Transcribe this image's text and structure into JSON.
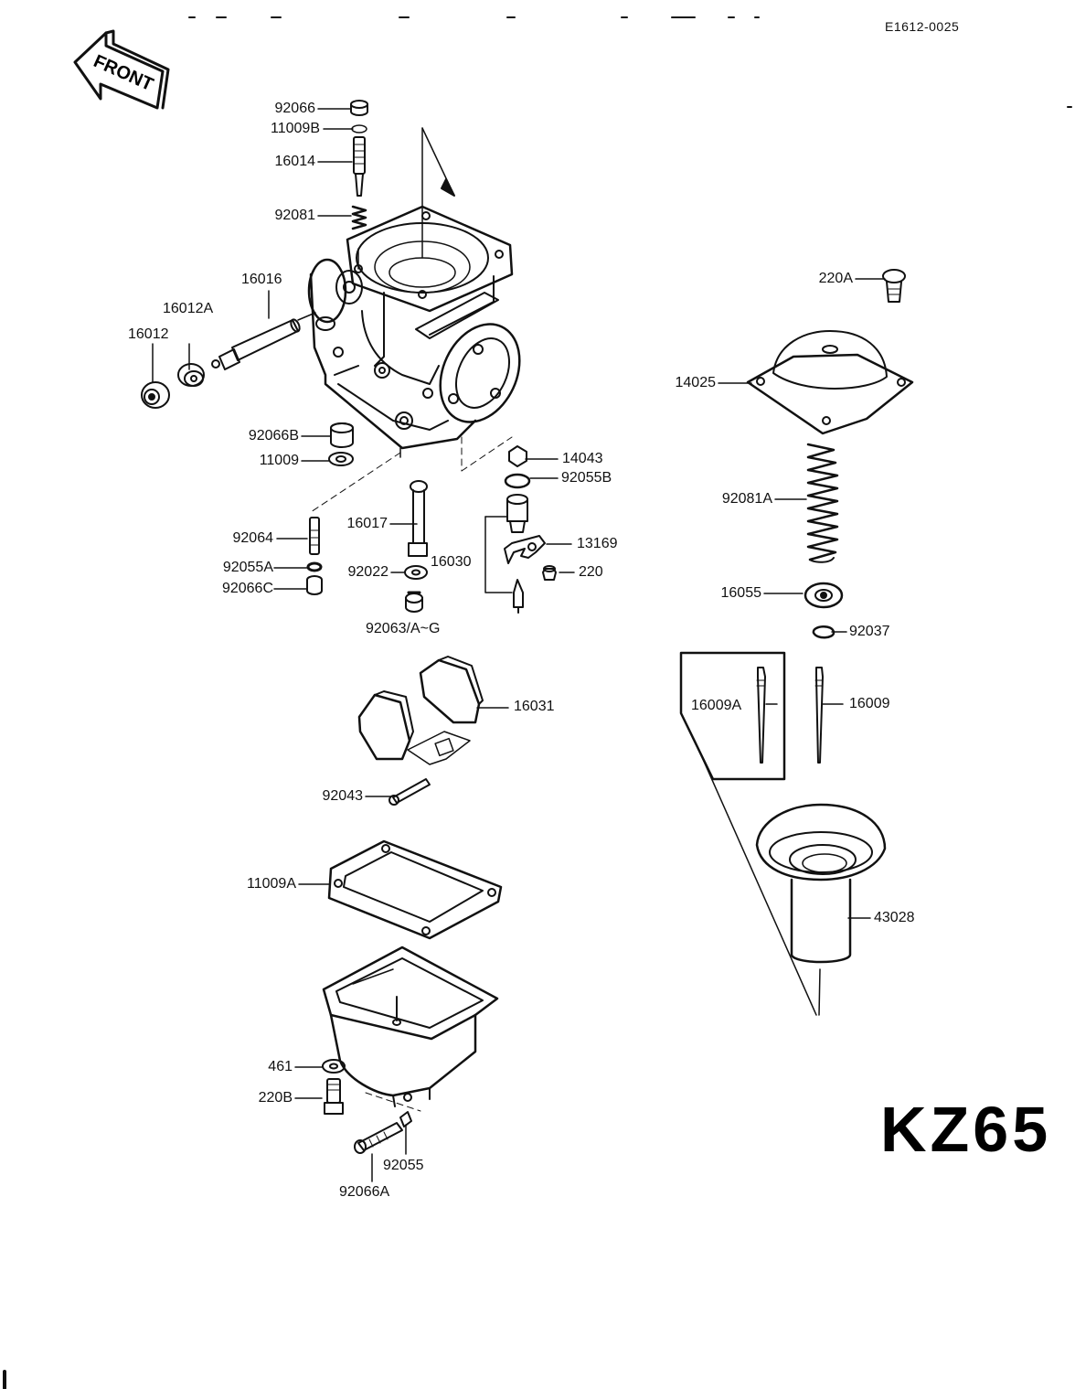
{
  "document": {
    "code": "E1612-0025",
    "model_mark": "KZ65",
    "front_label": "FRONT"
  },
  "parts": {
    "p92066": "92066",
    "p11009B": "11009B",
    "p16014": "16014",
    "p92081": "92081",
    "p16016": "16016",
    "p16012A": "16012A",
    "p16012": "16012",
    "p92066B": "92066B",
    "p11009": "11009",
    "p14043": "14043",
    "p92055B": "92055B",
    "p92064": "92064",
    "p16017": "16017",
    "p16030": "16030",
    "p13169": "13169",
    "p92055A": "92055A",
    "p92022": "92022",
    "p220": "220",
    "p92066C": "92066C",
    "p92063": "92063/A~G",
    "p16031": "16031",
    "p92043": "92043",
    "p11009A": "11009A",
    "p461": "461",
    "p220B": "220B",
    "p92055": "92055",
    "p92066A": "92066A",
    "p220A": "220A",
    "p14025": "14025",
    "p92081A": "92081A",
    "p16055": "16055",
    "p92037": "92037",
    "p16009A": "16009A",
    "p16009": "16009",
    "p43028": "43028"
  }
}
